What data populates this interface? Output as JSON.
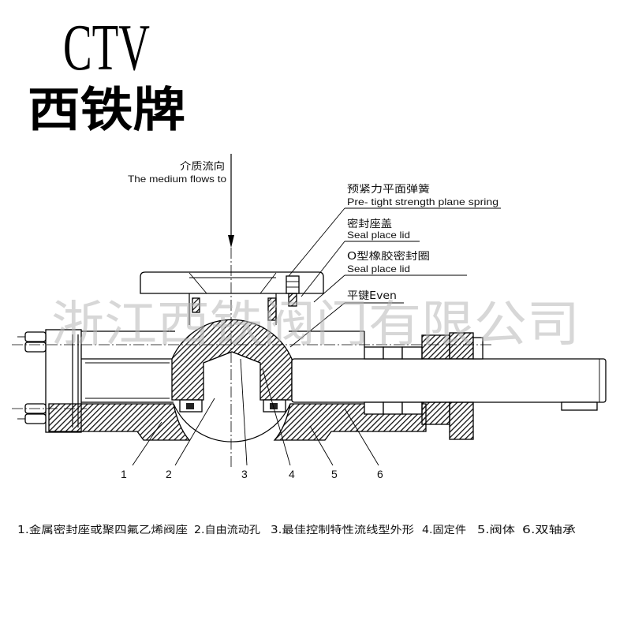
{
  "brand": {
    "code": "CTV",
    "name": "西铁牌"
  },
  "watermark": "浙江西铁阀门有限公司",
  "flow": {
    "cn": "介质流向",
    "en": "The medium flows to"
  },
  "callouts": [
    {
      "cn": "预紧力平面弹簧",
      "en": "Pre- tight strength plane spring"
    },
    {
      "cn": "密封座盖",
      "en": "Seal place lid"
    },
    {
      "cn": "O型橡胶密封圈",
      "en": "Seal place lid"
    },
    {
      "cn": "平键Even"
    }
  ],
  "parts": [
    "1",
    "2",
    "3",
    "4",
    "5",
    "6"
  ],
  "legend": [
    "1.金属密封座或聚四氟乙烯阀座",
    "2.自由流动孔",
    "3.最佳控制特性流线型外形",
    "4.固定件",
    "5.阀体",
    "6.双轴承"
  ]
}
